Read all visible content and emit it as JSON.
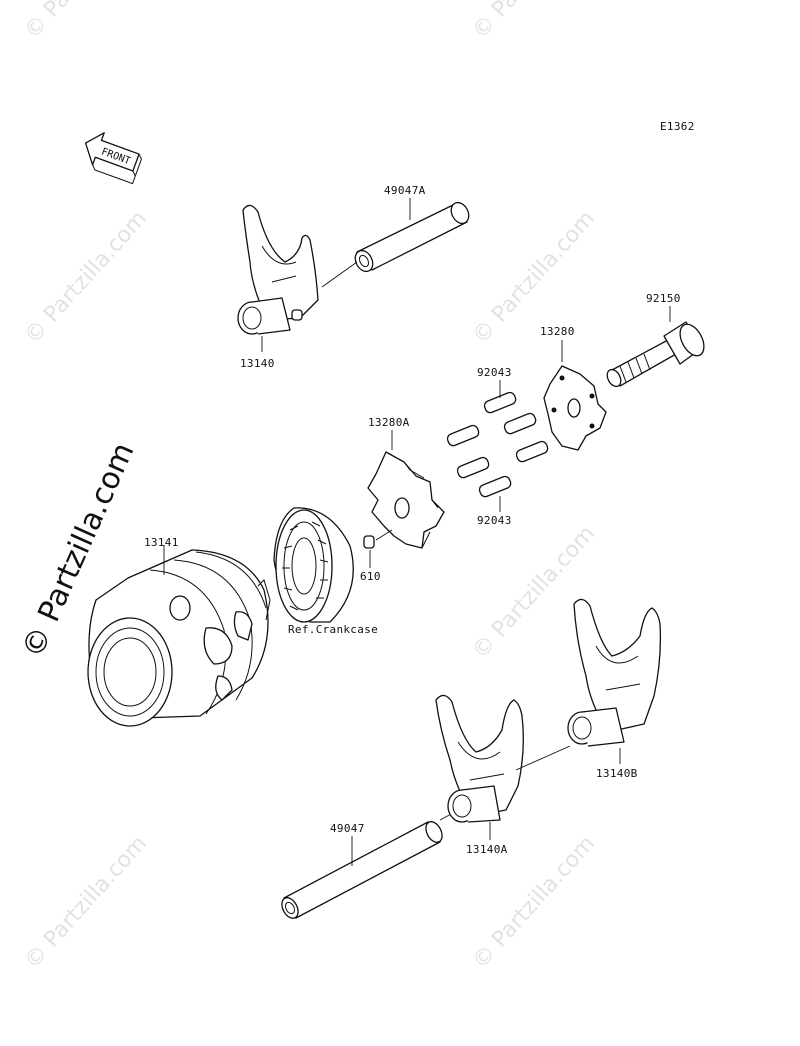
{
  "diagram_code": "E1362",
  "front_arrow_label": "FRONT",
  "watermark_text": "© Partzilla.com",
  "watermark_main": "© Partzilla.com",
  "reference_note": "Ref.Crankcase",
  "parts": {
    "shift_rod_upper": "49047A",
    "shift_fork_upper": "13140",
    "bolt": "92150",
    "stopper_plate": "13280",
    "pin_upper": "92043",
    "pin_lower": "92043",
    "stopper_plate_a": "13280A",
    "shift_drum": "13141",
    "dowel_pin": "610",
    "shift_rod_lower": "49047",
    "shift_fork_a": "13140A",
    "shift_fork_b": "13140B"
  }
}
